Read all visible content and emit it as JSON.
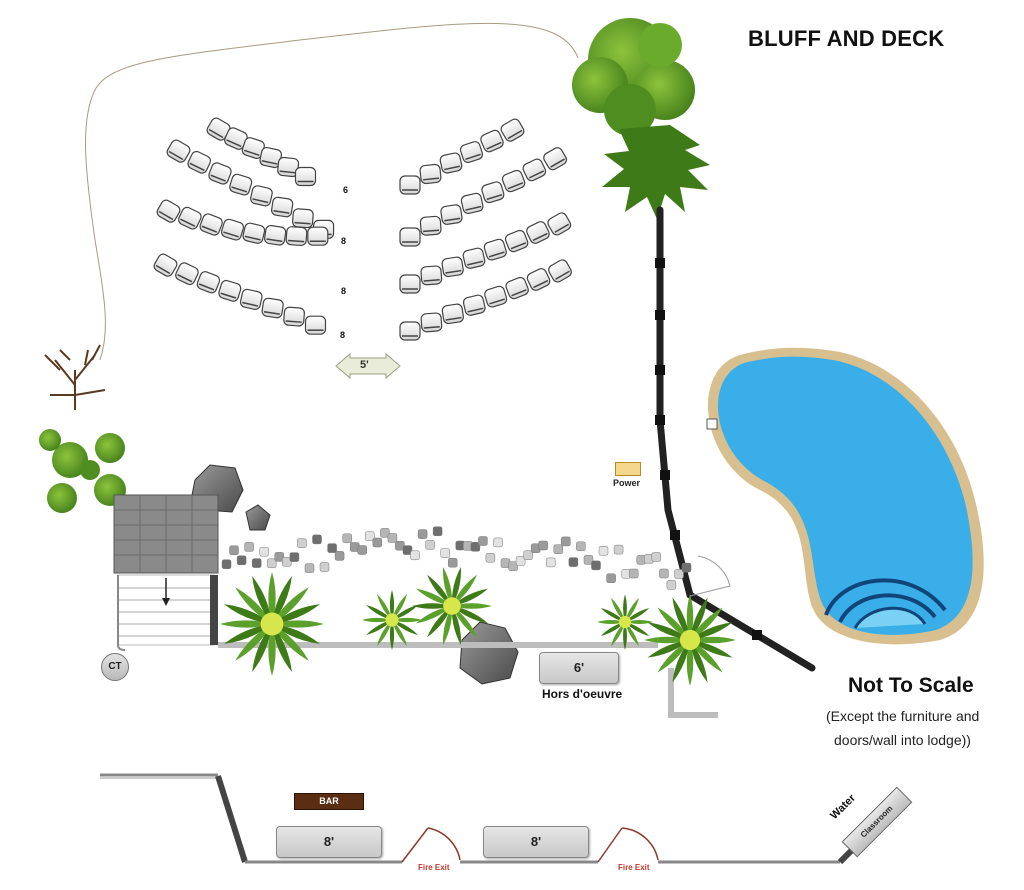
{
  "title": "BLUFF AND DECK",
  "note": {
    "heading": "Not To Scale",
    "line1": "(Except the furniture and",
    "line2": "doors/wall into lodge))"
  },
  "seating": {
    "row_counts": [
      "6",
      "8",
      "8",
      "8"
    ],
    "aisle_label": "5'"
  },
  "labels": {
    "power": "Power",
    "ct": "CT",
    "hors_table_size": "6'",
    "hors_label": "Hors d'oeuvre",
    "bar": "BAR",
    "table_left_size": "8'",
    "table_right_size": "8'",
    "fire_exit_1": "Fire Exit",
    "fire_exit_2": "Fire Exit",
    "water": "Water",
    "classroom": "Classroom"
  },
  "colors": {
    "pool_water": "#39aee8",
    "pool_rim": "#d8bf8f",
    "pathway": "#222222",
    "foliage": "#4e8c1e",
    "rock": "#7a7a7a"
  }
}
